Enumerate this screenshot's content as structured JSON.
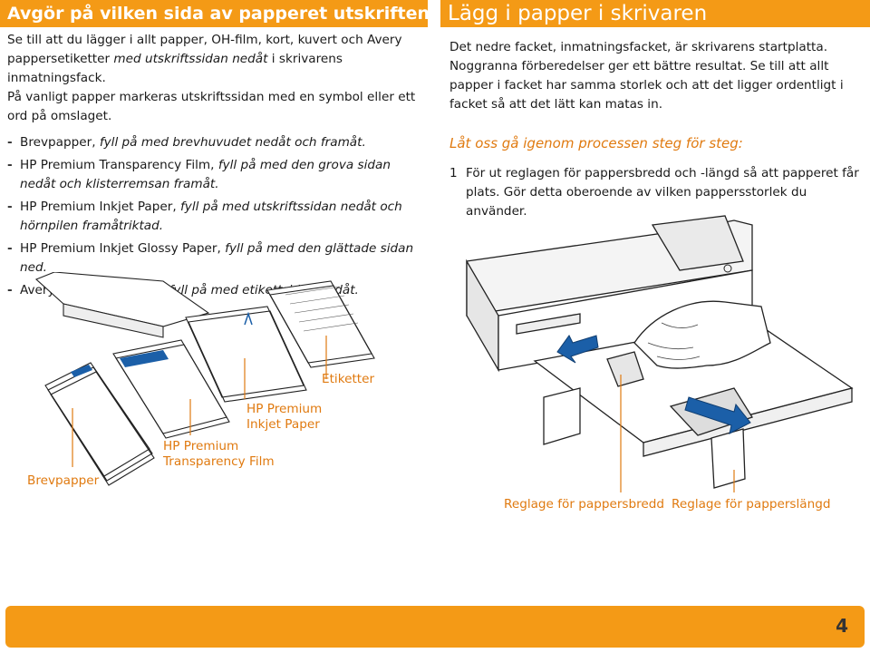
{
  "left": {
    "heading": "Avgör på vilken sida av papperet utskriften ska ske",
    "intro_1": "Se till att du lägger i allt papper, OH-film, kort, kuvert och Avery pappersetiketter",
    "intro_1_em": "med utskriftssidan nedåt",
    "intro_1_tail": "i skrivarens inmatningsfack.",
    "intro_2": "På vanligt papper markeras utskriftssidan med en symbol eller ett ord på omslaget.",
    "bullets": [
      {
        "text": "Brevpapper,",
        "em": "fyll på med brevhuvudet nedåt och framåt."
      },
      {
        "text": "HP Premium Transparency Film,",
        "em": "fyll på med den grova sidan nedåt och klisterremsan framåt."
      },
      {
        "text": "HP Premium Inkjet Paper,",
        "em": "fyll på med utskriftssidan nedåt och hörnpilen framåtriktad."
      },
      {
        "text": "HP Premium Inkjet Glossy Paper,",
        "em": "fyll på med den glättade sidan ned."
      },
      {
        "text": "Avery pappersetiketter,",
        "em": "fyll på med etikettsidan nedåt."
      }
    ]
  },
  "right": {
    "heading": "Lägg i papper i skrivaren",
    "para": "Det nedre facket, inmatningsfacket, är skrivarens startplatta. Noggranna förberedelser ger ett bättre resultat. Se till att allt papper i facket har samma storlek och att det ligger ordentligt i facket så att det lätt kan matas in.",
    "lead_in": "Låt oss gå igenom processen steg för steg:",
    "step_num": "1",
    "step_text": "För ut reglagen för pappersbredd och -längd så att papperet får plats. Gör detta oberoende av vilken pappersstorlek du använder."
  },
  "captions": {
    "letterhead": "Brevpapper",
    "transparency_1": "HP Premium",
    "transparency_2": "Transparency Film",
    "inkjet_1": "HP Premium",
    "inkjet_2": "Inkjet Paper",
    "labels": "Etiketter",
    "width_guide": "Reglage för pappersbredd",
    "length_guide": "Reglage för papperslängd"
  },
  "footer": {
    "page_number": "4"
  },
  "colors": {
    "accent": "#f49a16",
    "caption": "#e07a10",
    "blue": "#1b5fa8"
  }
}
